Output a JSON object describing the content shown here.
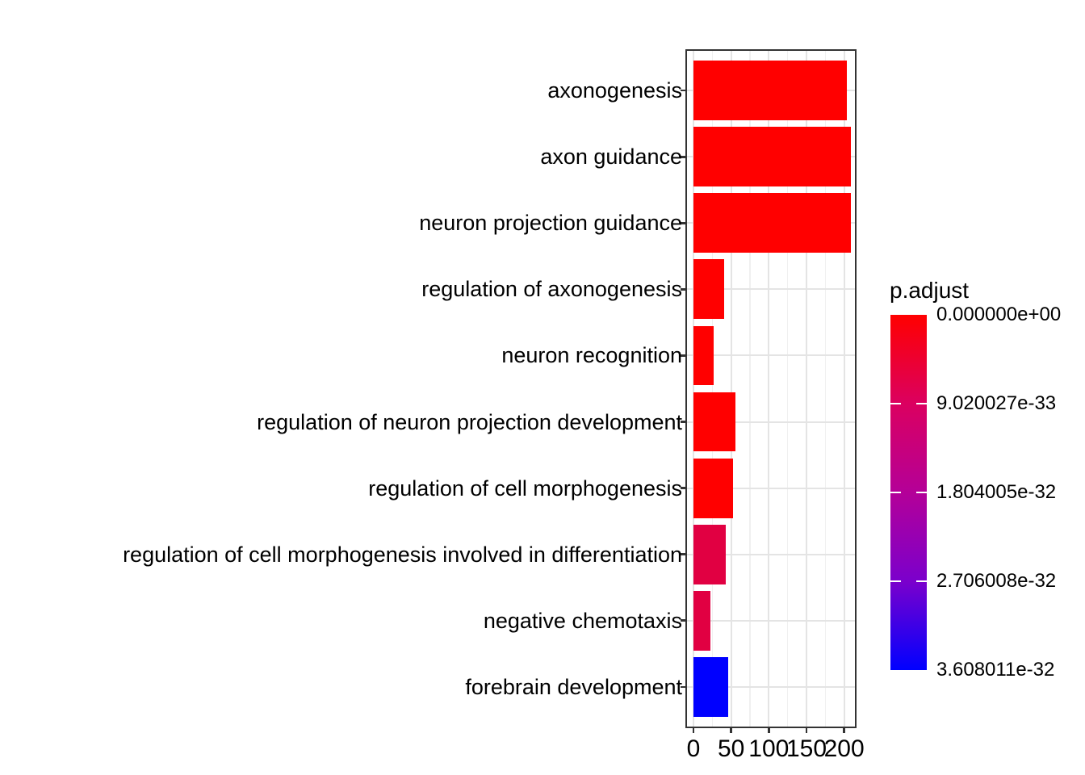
{
  "figure": {
    "background": "#FFFFFF"
  },
  "chart_data": {
    "type": "bar",
    "orientation": "horizontal",
    "title": "",
    "xlabel": "",
    "ylabel": "",
    "categories": [
      "axonogenesis",
      "axon guidance",
      "neuron projection guidance",
      "regulation of axonogenesis",
      "neuron recognition",
      "regulation of neuron projection development",
      "regulation of cell morphogenesis",
      "regulation of cell morphogenesis involved in differentiation",
      "negative chemotaxis",
      "forebrain development"
    ],
    "values": [
      204,
      209,
      209,
      41,
      27,
      56,
      53,
      43,
      23,
      46
    ],
    "bar_colors": [
      "#FF0000",
      "#FF0000",
      "#FF0000",
      "#FF0000",
      "#FF0000",
      "#FF0000",
      "#FF0000",
      "#E10042",
      "#E10042",
      "#0000FF"
    ],
    "x_major_ticks": [
      0,
      50,
      100,
      150,
      200
    ],
    "x_ticks_labels": [
      "0",
      "50",
      "100",
      "150",
      "200"
    ],
    "x_minor_ticks": [
      25,
      75,
      125,
      175
    ],
    "xlim": [
      -9,
      215
    ],
    "grid": {
      "vertical_major": true,
      "vertical_minor": true,
      "horizontal_major": true,
      "major_color": "#E4E4E4",
      "minor_color": "#F0F0F0"
    },
    "panel": {
      "border_color": "#333333",
      "background": "#FFFFFF"
    },
    "legend": {
      "type": "colorbar",
      "position": "right",
      "title": "p.adjust",
      "tick_labels": [
        "0.000000e+00",
        "9.020027e-33",
        "1.804005e-32",
        "2.706008e-32",
        "3.608011e-32"
      ],
      "gradient_stops": [
        "#FF0000",
        "#DB0060",
        "#B40098",
        "#7B00CC",
        "#0000FF"
      ]
    }
  }
}
